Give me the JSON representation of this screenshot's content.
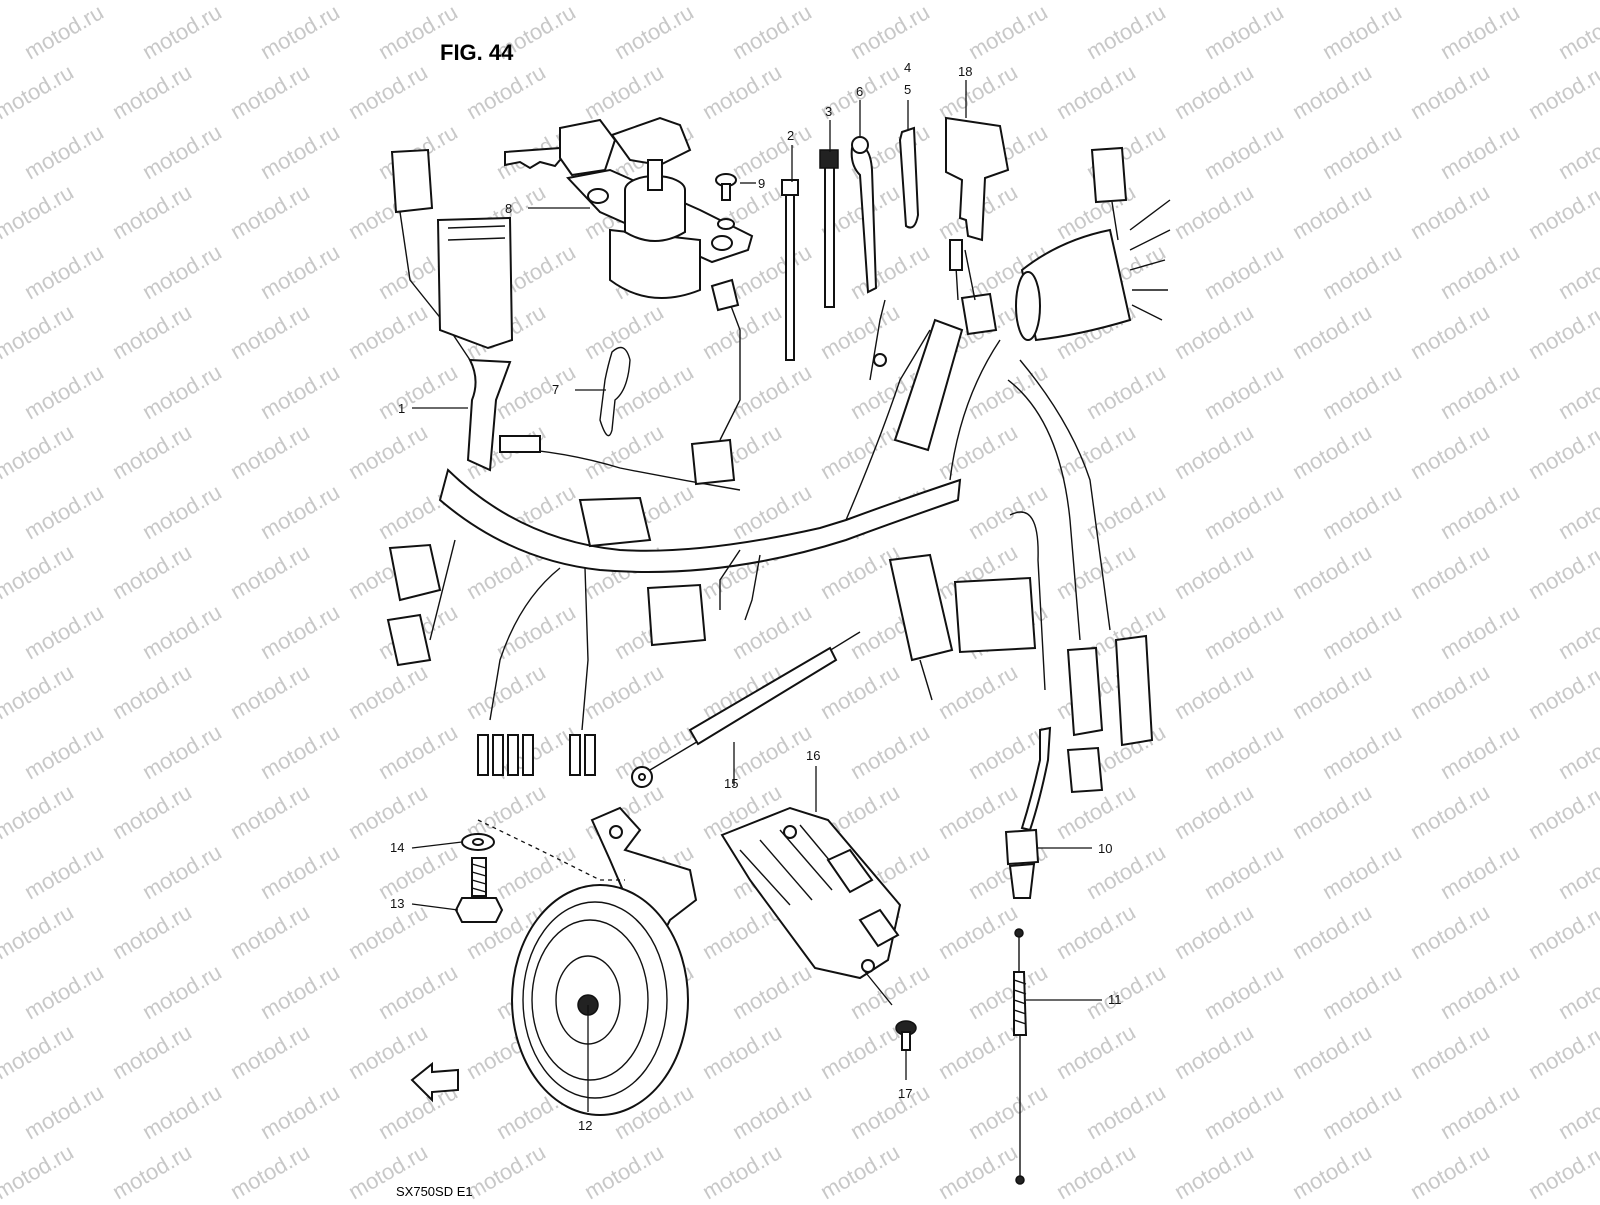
{
  "figure": {
    "title": "FIG. 44",
    "model_code": "SX750SD E1",
    "watermark_text": "motod.ru",
    "colors": {
      "ink": "#111111",
      "watermark": "#c8c8c8",
      "background": "#ffffff"
    }
  },
  "callouts": [
    {
      "id": "1",
      "label": "1",
      "part": "wiring-harness"
    },
    {
      "id": "2",
      "label": "2",
      "part": "cable-clamp"
    },
    {
      "id": "3",
      "label": "3",
      "part": "cable-tie"
    },
    {
      "id": "4",
      "label": "4",
      "part": "clamp"
    },
    {
      "id": "5",
      "label": "5",
      "part": "clamp"
    },
    {
      "id": "6",
      "label": "6",
      "part": "cable-tie"
    },
    {
      "id": "7",
      "label": "7",
      "part": "wire-clip"
    },
    {
      "id": "8",
      "label": "8",
      "part": "ignition-switch"
    },
    {
      "id": "9",
      "label": "9",
      "part": "screw"
    },
    {
      "id": "10",
      "label": "10",
      "part": "switch-lead"
    },
    {
      "id": "11",
      "label": "11",
      "part": "spring"
    },
    {
      "id": "12",
      "label": "12",
      "part": "horn"
    },
    {
      "id": "13",
      "label": "13",
      "part": "bolt"
    },
    {
      "id": "14",
      "label": "14",
      "part": "washer"
    },
    {
      "id": "15",
      "label": "15",
      "part": "ground-lead"
    },
    {
      "id": "16",
      "label": "16",
      "part": "regulator-rectifier"
    },
    {
      "id": "17",
      "label": "17",
      "part": "screw"
    },
    {
      "id": "18",
      "label": "18",
      "part": "key"
    }
  ]
}
